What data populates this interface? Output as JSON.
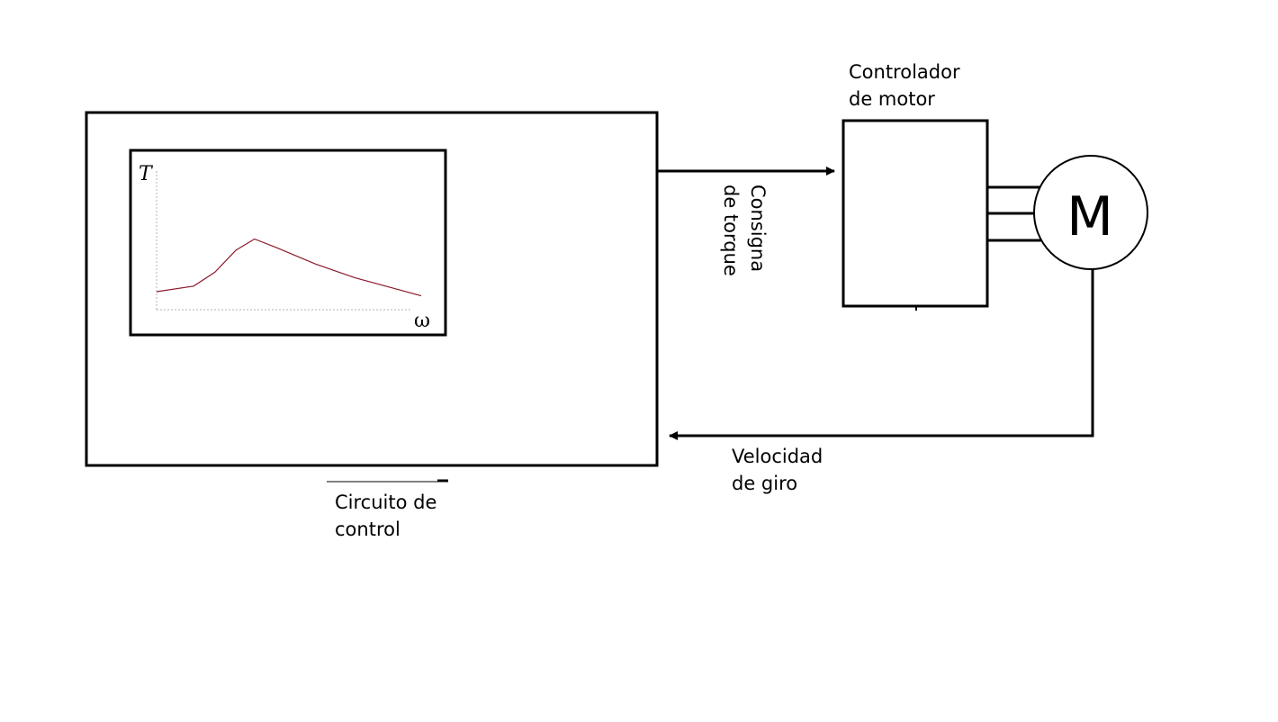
{
  "labels": {
    "controller_line1": "Controlador",
    "controller_line2": "de motor",
    "torque_line1": "Consigna",
    "torque_line2": "de torque",
    "speed_line1": "Velocidad",
    "speed_line2": "de giro",
    "control_line1": "Circuito de",
    "control_line2": "control",
    "motor_symbol": "M"
  },
  "inset_chart": {
    "y_axis_label": "T",
    "x_axis_label": "ω"
  },
  "colors": {
    "stroke": "#000000",
    "curve": "#8b1a2b",
    "axis_dotted": "#b0b0b0"
  },
  "chart_data": {
    "type": "line",
    "title": "",
    "xlabel": "ω",
    "ylabel": "T",
    "grid": false,
    "x": [
      0,
      0.14,
      0.22,
      0.3,
      0.37,
      0.45,
      0.6,
      0.75,
      1.0
    ],
    "y": [
      0.13,
      0.17,
      0.27,
      0.43,
      0.51,
      0.45,
      0.33,
      0.23,
      0.1
    ]
  }
}
